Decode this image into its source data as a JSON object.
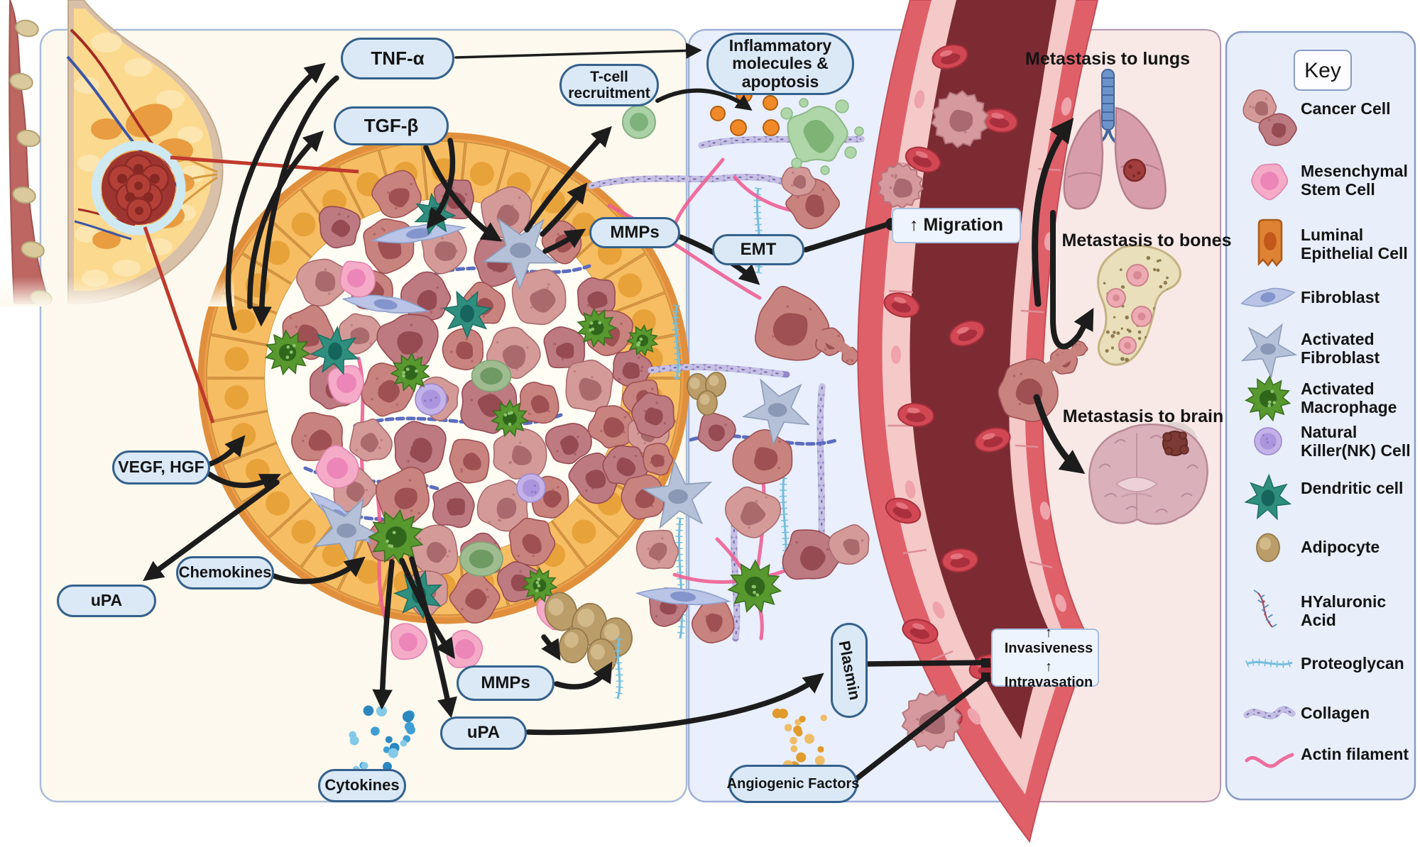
{
  "labels": {
    "tnf_alpha": "TNF-α",
    "tgf_beta": "TGF-β",
    "tcell": "T-cell recruitment",
    "inflammatory": "Inflammatory molecules & apoptosis",
    "mmps_top": "MMPs",
    "emt": "EMT",
    "migration": "↑ Migration",
    "vegf_hgf": "VEGF, HGF",
    "chemokines": "Chemokines",
    "upa_left": "uPA",
    "mmps_bottom": "MMPs",
    "upa_bottom": "uPA",
    "cytokines": "Cytokines",
    "angiogenic": "Angiogenic Factors",
    "plasmin": "Plasmin",
    "invasiveness_line1": "↑ Invasiveness",
    "invasiveness_line2": "↑ Intravasation"
  },
  "metastasis": {
    "lungs": "Metastasis to lungs",
    "bones": "Metastasis to bones",
    "brain": "Metastasis to brain"
  },
  "key": {
    "title": "Key",
    "items": [
      {
        "label": "Cancer Cell"
      },
      {
        "label": "Mesenchymal Stem Cell"
      },
      {
        "label": "Luminal Epithelial Cell"
      },
      {
        "label": "Fibroblast"
      },
      {
        "label": "Activated Fibroblast"
      },
      {
        "label": "Activated Macrophage"
      },
      {
        "label": "Natural Killer(NK) Cell"
      },
      {
        "label": "Dendritic cell"
      },
      {
        "label": "Adipocyte"
      },
      {
        "label": "HYaluronic Acid"
      },
      {
        "label": "Proteoglycan"
      },
      {
        "label": "Collagen"
      },
      {
        "label": "Actin filament"
      }
    ]
  },
  "colors": {
    "pill_bg": "#dbe9f7",
    "pill_border": "#35618c",
    "panel_left": "#fdf9ee",
    "panel_mid": "#e9effc",
    "panel_metastasis": "#f9e9e6",
    "panel_key": "#e8effb",
    "arrow": "#1c1c1c",
    "callout_red": "#c03a2d",
    "vessel_wall": "#df6069",
    "vessel_lumen": "#7c2b33",
    "epithelium": "#f7bd62",
    "macrophage_green": "#57982f",
    "dendritic_teal": "#2f8e7e",
    "fibroblast_blue": "#b9c4e6"
  }
}
